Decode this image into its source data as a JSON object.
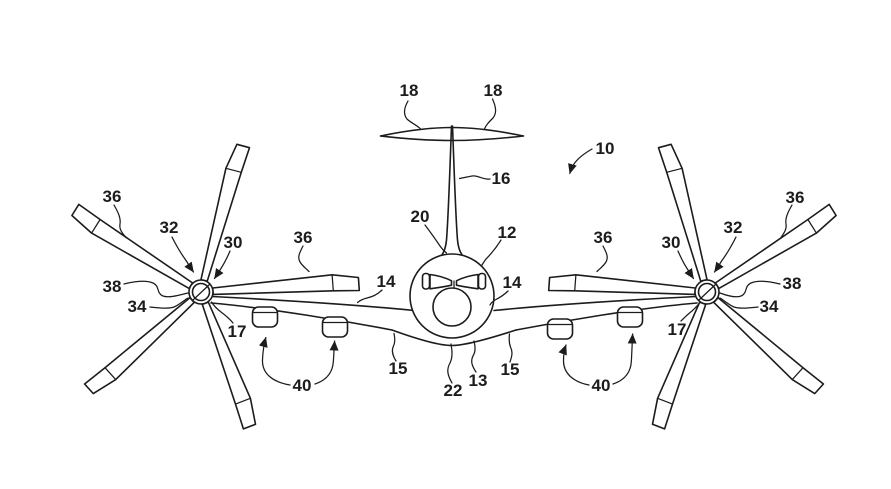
{
  "figure": {
    "background": "#ffffff",
    "ink": "#1c1c1c",
    "description": "Patent-style line drawing, front view of an aircraft with two five-blade wingtip propellers, T-tail, four underwing pods and reference numerals"
  },
  "labels": {
    "stab_tip_left": "18",
    "stab_tip_right": "18",
    "assembly": "10",
    "fin": "16",
    "fin_root": "20",
    "fuselage": "12",
    "blade_outer_left": "36",
    "hub_arrow_cw_left": "32",
    "hub_arrow_ccw_left": "30",
    "hub_face_left": "38",
    "hub_lower_left": "34",
    "hub_mount_left": "17",
    "blade_inner_left": "36",
    "wing_left": "14",
    "wing_lower_left": "15",
    "belly_center": "22",
    "belly_right": "13",
    "wing_lower_right": "15",
    "wing_right": "14",
    "blade_inner_right": "36",
    "hub_arrow_ccw_right": "30",
    "hub_arrow_cw_right": "32",
    "hub_face_right": "38",
    "hub_lower_right": "34",
    "hub_mount_right": "17",
    "blade_outer_right": "36",
    "pods_left": "40",
    "pods_right": "40"
  }
}
